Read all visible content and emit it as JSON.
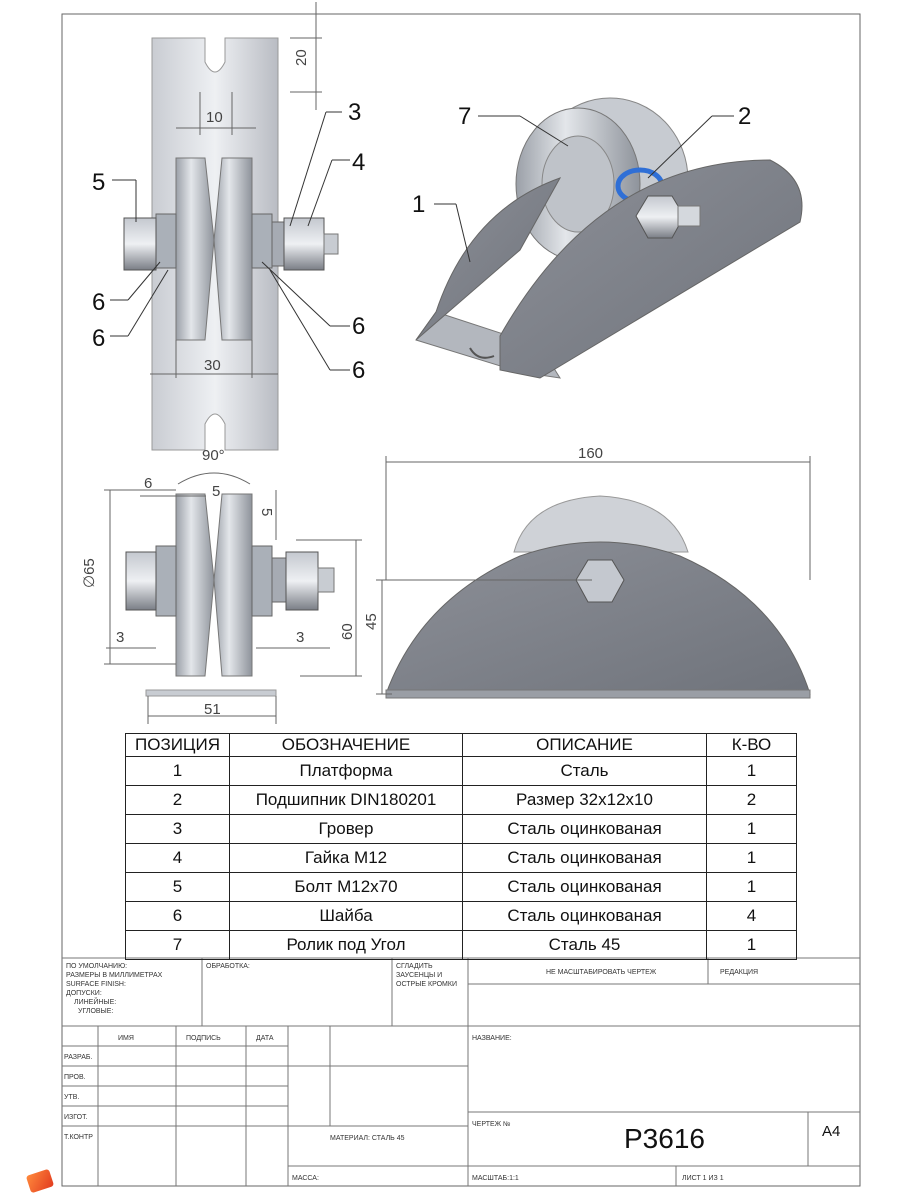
{
  "callouts": {
    "c1": "1",
    "c2": "2",
    "c3": "3",
    "c4": "4",
    "c5": "5",
    "c6a": "6",
    "c6b": "6",
    "c6c": "6",
    "c6d": "6",
    "c7": "7"
  },
  "dimensions": {
    "d20": "20",
    "d10": "10",
    "d30": "30",
    "d90": "90°",
    "d6": "6",
    "d5a": "5",
    "d5b": "5",
    "d65": "∅65",
    "d60": "60",
    "d3a": "3",
    "d3b": "3",
    "d51": "51",
    "d160": "160",
    "d45": "45"
  },
  "table": {
    "headers": [
      "ПОЗИЦИЯ",
      "ОБОЗНАЧЕНИЕ",
      "ОПИСАНИЕ",
      "К-ВО"
    ],
    "rows": [
      [
        "1",
        "Платформа",
        "Сталь",
        "1"
      ],
      [
        "2",
        "Подшипник DIN180201",
        "Размер 32x12x10",
        "2"
      ],
      [
        "3",
        "Гровер",
        "Сталь оцинкованая",
        "1"
      ],
      [
        "4",
        "Гайка М12",
        "Сталь оцинкованая",
        "1"
      ],
      [
        "5",
        "Болт М12x70",
        "Сталь оцинкованая",
        "1"
      ],
      [
        "6",
        "Шайба",
        "Сталь оцинкованая",
        "4"
      ],
      [
        "7",
        "Ролик под Угол",
        "Сталь 45",
        "1"
      ]
    ]
  },
  "title_block": {
    "defaults": [
      "ПО УМОЛЧАНИЮ:",
      "РАЗМЕРЫ В МИЛЛИМЕТРАХ",
      "SURFACE FINISH:",
      "ДОПУСКИ:",
      "ЛИНЕЙНЫЕ:",
      "УГЛОВЫЕ:"
    ],
    "obrabotka": "ОБРАБОТКА:",
    "stladit": [
      "СГЛАДИТЬ",
      "ЗАУСЕНЦЫ И",
      "ОСТРЫЕ КРОМКИ"
    ],
    "ne_masshtab": "НЕ МАСШТАБИРОВАТЬ ЧЕРТЕЖ",
    "redakciya": "РЕДАКЦИЯ",
    "col_headers": [
      "ИМЯ",
      "ПОДПИСЬ",
      "ДАТА"
    ],
    "roles": [
      "Разраб.",
      "Пров.",
      "Утв.",
      "Изгот.",
      "Т.контр"
    ],
    "nazvanie": "НАЗВАНИЕ:",
    "material": "МАТЕРИАЛ: СТАЛЬ 45",
    "chertezh_label": "ЧЕРТЕЖ №",
    "drawing_number": "Р3616",
    "format": "А4",
    "massa": "МАССА:",
    "masshtab": "МАСШТАБ:1:1",
    "list": "ЛИСТ 1 ИЗ 1"
  }
}
